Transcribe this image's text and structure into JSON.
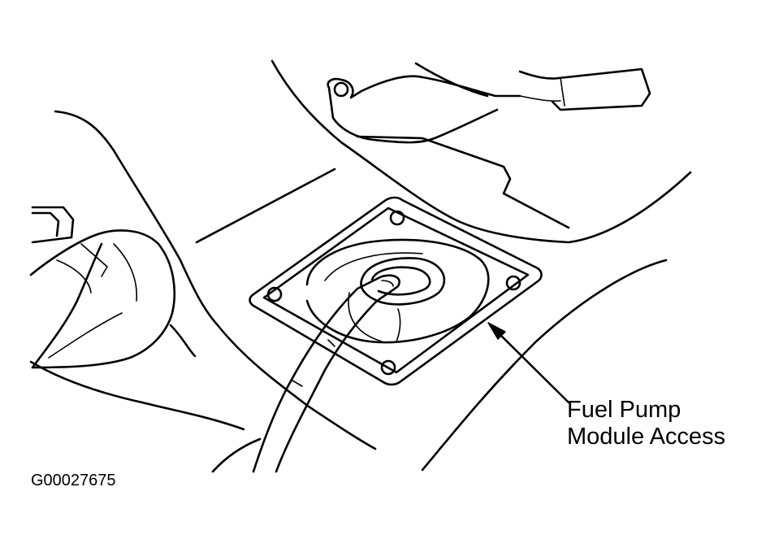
{
  "diagram": {
    "callout_label": {
      "line1": "Fuel Pump",
      "line2": "Module Access"
    },
    "figure_id": "G00027675"
  }
}
